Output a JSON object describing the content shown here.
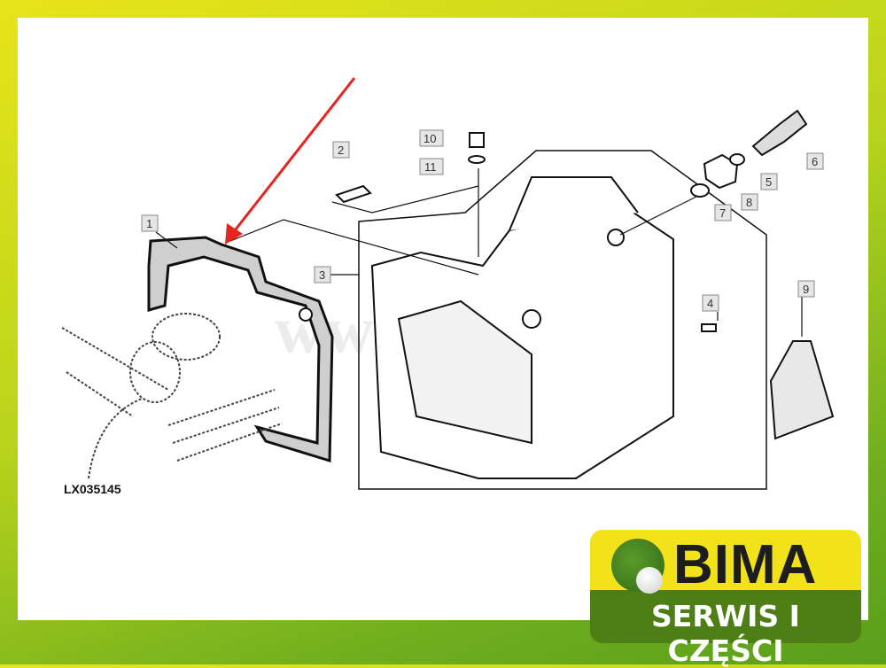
{
  "diagram": {
    "drawing_code": "LX035145",
    "watermark": "www.bima.pl",
    "callouts": [
      "1",
      "2",
      "3",
      "4",
      "5",
      "6",
      "7",
      "8",
      "9",
      "10",
      "11"
    ],
    "highlight_color": "#e8231f"
  },
  "logo": {
    "name": "BIMA",
    "tagline": "SERWIS I CZĘŚCI"
  }
}
